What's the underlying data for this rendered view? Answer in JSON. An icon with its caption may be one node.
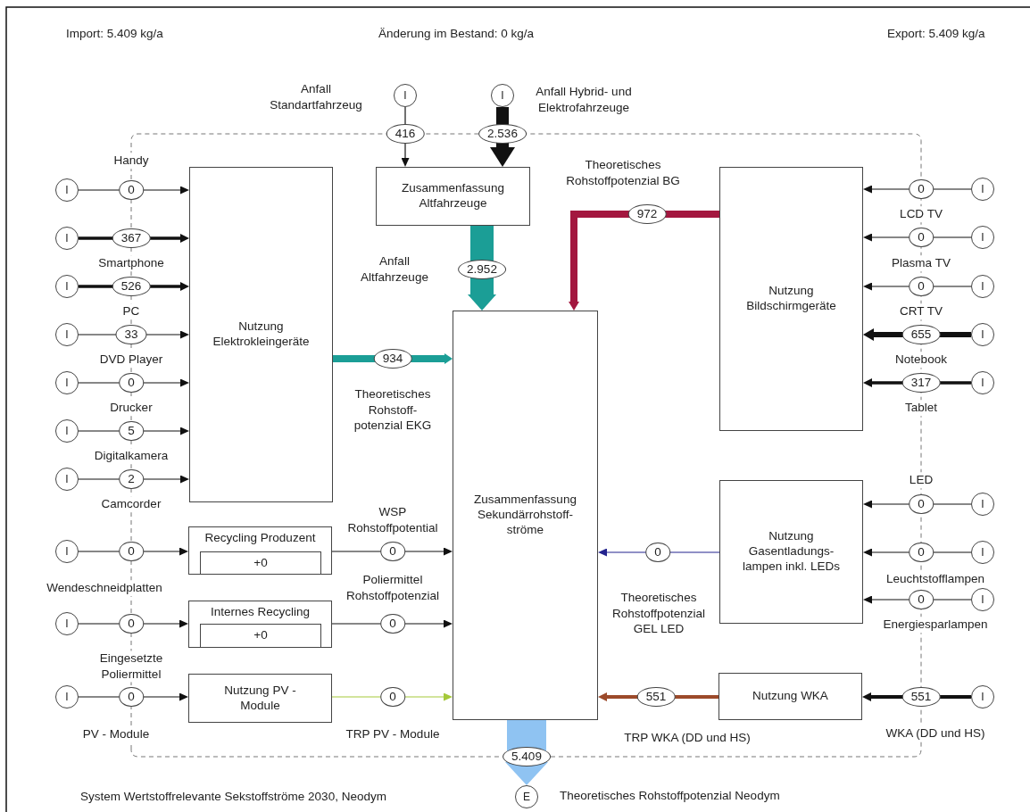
{
  "diagram": {
    "nodes": [
      {
        "text": [
          "I"
        ]
      },
      {
        "text": [
          "I"
        ]
      },
      {
        "text": [
          "Zusammenfassung Altfahrzeuge"
        ]
      },
      {
        "text": [
          "Nutzung Elektrokleingeräte"
        ]
      },
      {
        "text": [
          "Nutzung Bildschirmgeräte"
        ]
      },
      {
        "text": [
          "I"
        ]
      },
      {
        "text": [
          "I"
        ]
      },
      {
        "text": [
          "I"
        ]
      },
      {
        "text": [
          "I"
        ]
      },
      {
        "text": [
          "I"
        ]
      },
      {
        "text": [
          "I"
        ]
      },
      {
        "text": [
          "I"
        ]
      },
      {
        "text": [
          "I"
        ]
      },
      {
        "text": [
          "I"
        ]
      },
      {
        "text": [
          "I"
        ]
      },
      {
        "text": [
          "I"
        ]
      },
      {
        "text": [
          "I"
        ]
      },
      {
        "text": [
          "Zusammenfassung Sekundärrohstoff- ströme"
        ]
      },
      {
        "text": [
          "Recycling Produzent"
        ]
      },
      {
        "text": [
          "+0"
        ],
        "in": 18
      },
      {
        "text": [
          "I"
        ]
      },
      {
        "text": [
          "Internes Recycling"
        ]
      },
      {
        "text": [
          "+0"
        ],
        "in": 21
      },
      {
        "text": [
          "I"
        ]
      },
      {
        "text": [
          "Nutzung Gasentladungs- lampen inkl. LEDs"
        ]
      },
      {
        "text": [
          "I"
        ]
      },
      {
        "text": [
          "I"
        ]
      },
      {
        "text": [
          "I"
        ]
      },
      {
        "text": [
          "Nutzung PV - Module"
        ]
      },
      {
        "text": [
          "I"
        ]
      },
      {
        "text": [
          "Nutzung WKA"
        ]
      },
      {
        "text": [
          "I"
        ]
      },
      {
        "text": [
          "E"
        ]
      }
    ],
    "edges": [
      {
        "from": 0,
        "to": 2,
        "arrow": "to",
        "label": "416"
      },
      {
        "from": 1,
        "to": 2,
        "arrow": "to",
        "label": "2.536",
        "style": "thick"
      },
      {
        "from": 2,
        "to": 17,
        "arrow": "to",
        "label": "2.952",
        "style": "thick",
        "color": "#1b9e96"
      },
      {
        "from": 3,
        "to": 17,
        "arrow": "to",
        "label": "934",
        "style": "thick",
        "color": "#1b9e96"
      },
      {
        "from": 4,
        "to": 17,
        "arrow": "to",
        "label": "972",
        "style": "thick",
        "color": "#a3173f"
      },
      {
        "from": 5,
        "to": 3,
        "arrow": "to",
        "label": "0"
      },
      {
        "from": 6,
        "to": 3,
        "arrow": "to",
        "label": "367",
        "style": "thick"
      },
      {
        "from": 7,
        "to": 3,
        "arrow": "to",
        "label": "526",
        "style": "thick"
      },
      {
        "from": 8,
        "to": 3,
        "arrow": "to",
        "label": "33"
      },
      {
        "from": 9,
        "to": 3,
        "arrow": "to",
        "label": "0"
      },
      {
        "from": 10,
        "to": 3,
        "arrow": "to",
        "label": "5"
      },
      {
        "from": 11,
        "to": 3,
        "arrow": "to",
        "label": "2"
      },
      {
        "from": 12,
        "to": 4,
        "arrow": "to",
        "label": "0"
      },
      {
        "from": 13,
        "to": 4,
        "arrow": "to",
        "label": "0"
      },
      {
        "from": 14,
        "to": 4,
        "arrow": "to",
        "label": "0"
      },
      {
        "from": 15,
        "to": 4,
        "arrow": "to",
        "label": "655",
        "style": "thick"
      },
      {
        "from": 16,
        "to": 4,
        "arrow": "to",
        "label": "317",
        "style": "thick"
      },
      {
        "from": 20,
        "to": 18,
        "arrow": "to",
        "label": "0"
      },
      {
        "from": 18,
        "to": 17,
        "arrow": "to",
        "label": "0"
      },
      {
        "from": 23,
        "to": 21,
        "arrow": "to",
        "label": "0"
      },
      {
        "from": 21,
        "to": 17,
        "arrow": "to",
        "label": "0"
      },
      {
        "from": 24,
        "to": 17,
        "arrow": "to",
        "label": "0",
        "color": "#23238e"
      },
      {
        "from": 25,
        "to": 24,
        "arrow": "to",
        "label": "0"
      },
      {
        "from": 26,
        "to": 24,
        "arrow": "to",
        "label": "0"
      },
      {
        "from": 27,
        "to": 24,
        "arrow": "to",
        "label": "0"
      },
      {
        "from": 29,
        "to": 28,
        "arrow": "to",
        "label": "0"
      },
      {
        "from": 28,
        "to": 17,
        "arrow": "to",
        "label": "0",
        "color": "#a5c93a"
      },
      {
        "from": 31,
        "to": 30,
        "arrow": "to",
        "label": "551",
        "style": "thick"
      },
      {
        "from": 30,
        "to": 17,
        "arrow": "to",
        "label": "551",
        "style": "thick",
        "color": "#9c4a2a"
      },
      {
        "from": 17,
        "to": 32,
        "arrow": "to",
        "label": "5.409",
        "style": "thick",
        "color": "#8fc3f2"
      }
    ],
    "labels": [
      "Import: 5.409 kg/a",
      "Änderung im Bestand: 0 kg/a",
      "Export: 5.409 kg/a",
      "Anfall Standartfahrzeug",
      "Anfall Hybrid- und Elektrofahrzeuge",
      "Theoretisches Rohstoffpotenzial BG",
      "Handy",
      "LCD TV",
      "Plasma TV",
      "Smartphone",
      "Anfall Altfahrzeuge",
      "CRT TV",
      "PC",
      "Notebook",
      "DVD Player",
      "Theoretisches Rohstoff- potenzial EKG",
      "Tablet",
      "Drucker",
      "Digitalkamera",
      "LED",
      "Camcorder",
      "WSP Rohstoffpotential",
      "Wendeschneidplatten",
      "Leuchtstofflampen",
      "Poliermittel Rohstoffpotenzial",
      "Theoretisches Rohstoffpotenzial GEL LED",
      "Energiesparlampen",
      "Eingesetzte Poliermittel",
      "PV - Module",
      "TRP PV - Module",
      "TRP WKA (DD und HS)",
      "WKA (DD und HS)",
      "System Wertstoffrelevante Sekstoffströme 2030, Neodym",
      "Theoretisches Rohstoffpotenzial Neodym"
    ]
  }
}
